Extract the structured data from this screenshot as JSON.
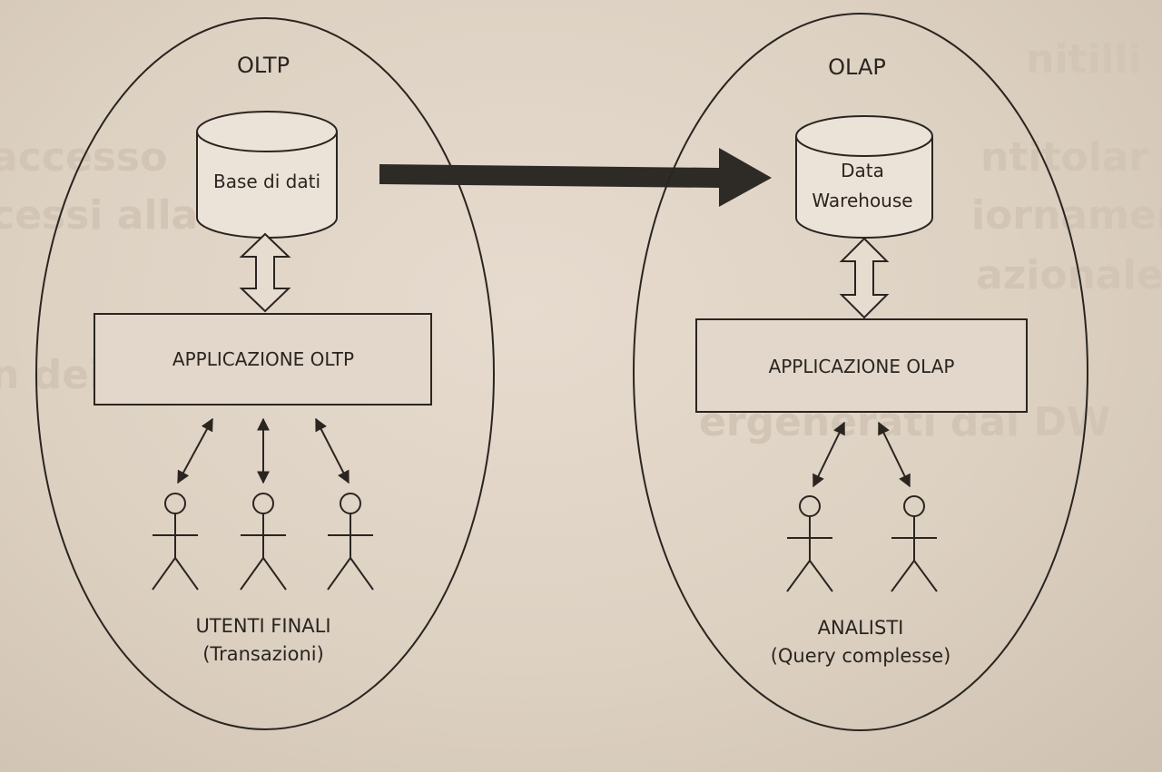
{
  "oltp": {
    "title": "OLTP",
    "database_label": "Base di dati",
    "application_label": "APPLICAZIONE OLTP",
    "users_label": "UTENTI FINALI",
    "users_sublabel": "(Transazioni)"
  },
  "olap": {
    "title": "OLAP",
    "warehouse_label_line1": "Data",
    "warehouse_label_line2": "Warehouse",
    "application_label": "APPLICAZIONE OLAP",
    "users_label": "ANALISTI",
    "users_sublabel": "(Query complesse)"
  },
  "colors": {
    "ink": "#2a2520",
    "paper": "#e2d7ca",
    "arrow_fill": "#2e2a26"
  }
}
